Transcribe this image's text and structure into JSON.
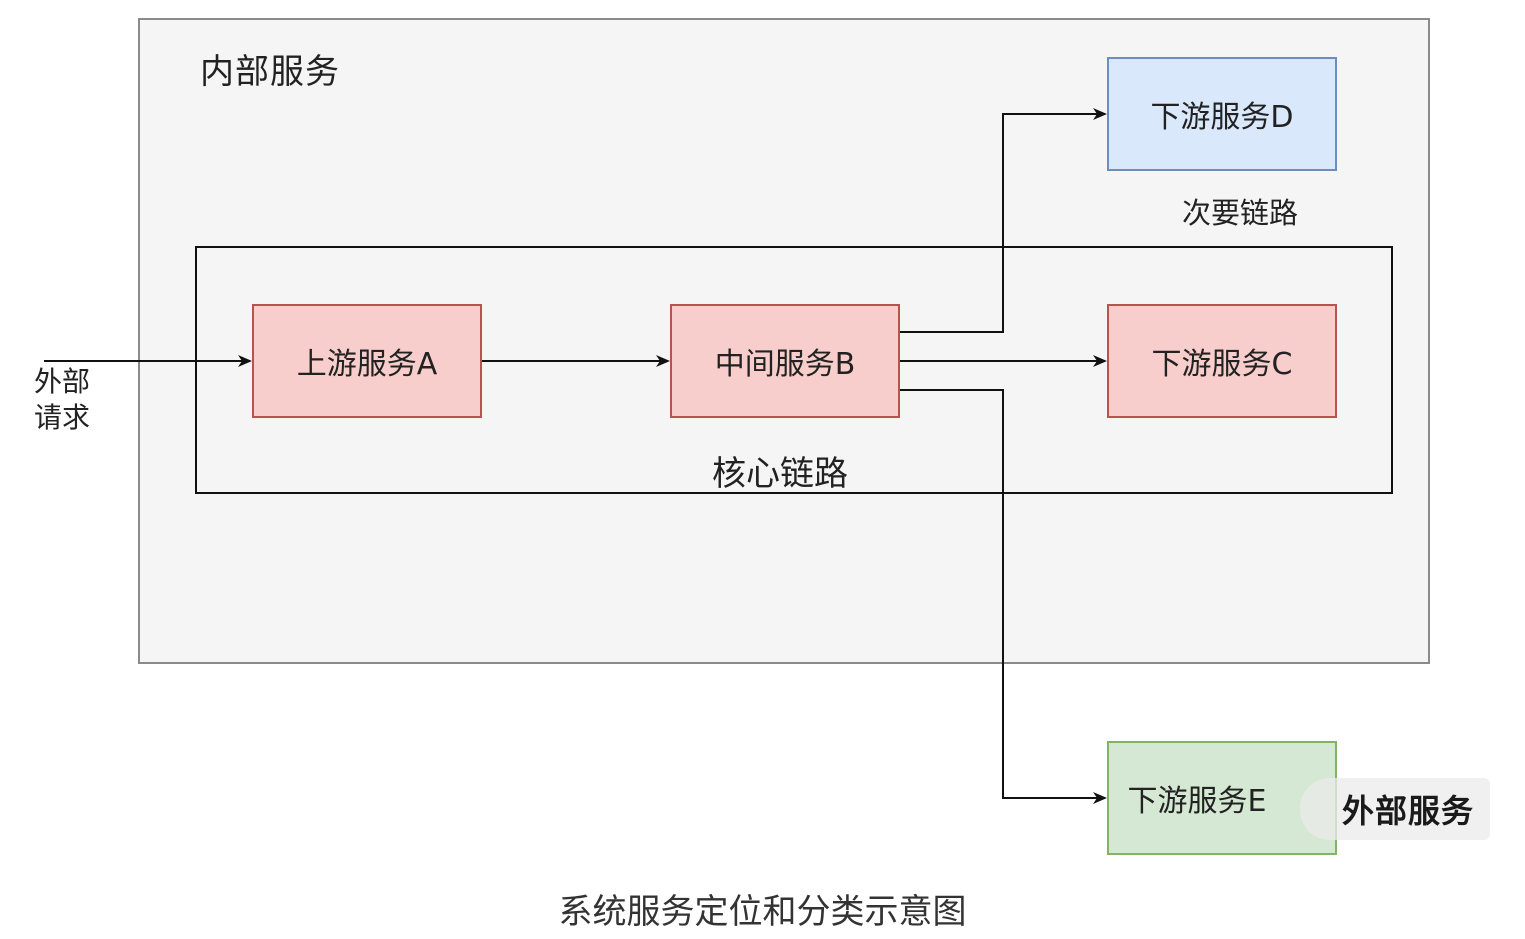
{
  "internal_region": {
    "title": "内部服务"
  },
  "core_chain": {
    "label": "核心链路"
  },
  "secondary_chain": {
    "label": "次要链路"
  },
  "external_request": {
    "label": "外部\n请求"
  },
  "nodes": {
    "a": {
      "label": "上游服务A",
      "style": "red"
    },
    "b": {
      "label": "中间服务B",
      "style": "red"
    },
    "c": {
      "label": "下游服务C",
      "style": "red"
    },
    "d": {
      "label": "下游服务D",
      "style": "blue"
    },
    "e": {
      "label": "下游服务E",
      "style": "green"
    }
  },
  "edges": [
    {
      "from": "external",
      "to": "a"
    },
    {
      "from": "a",
      "to": "b"
    },
    {
      "from": "b",
      "to": "c"
    },
    {
      "from": "b",
      "to": "d"
    },
    {
      "from": "b",
      "to": "e"
    }
  ],
  "watermark": {
    "text": "外部服务"
  },
  "caption": "系统服务定位和分类示意图",
  "colors": {
    "red_fill": "#f8cecc",
    "red_border": "#b85450",
    "blue_fill": "#dae8fc",
    "blue_border": "#6c8ebf",
    "green_fill": "#d5e8d4",
    "green_border": "#82b366",
    "region_fill": "#f5f5f5",
    "edge": "#111111"
  }
}
